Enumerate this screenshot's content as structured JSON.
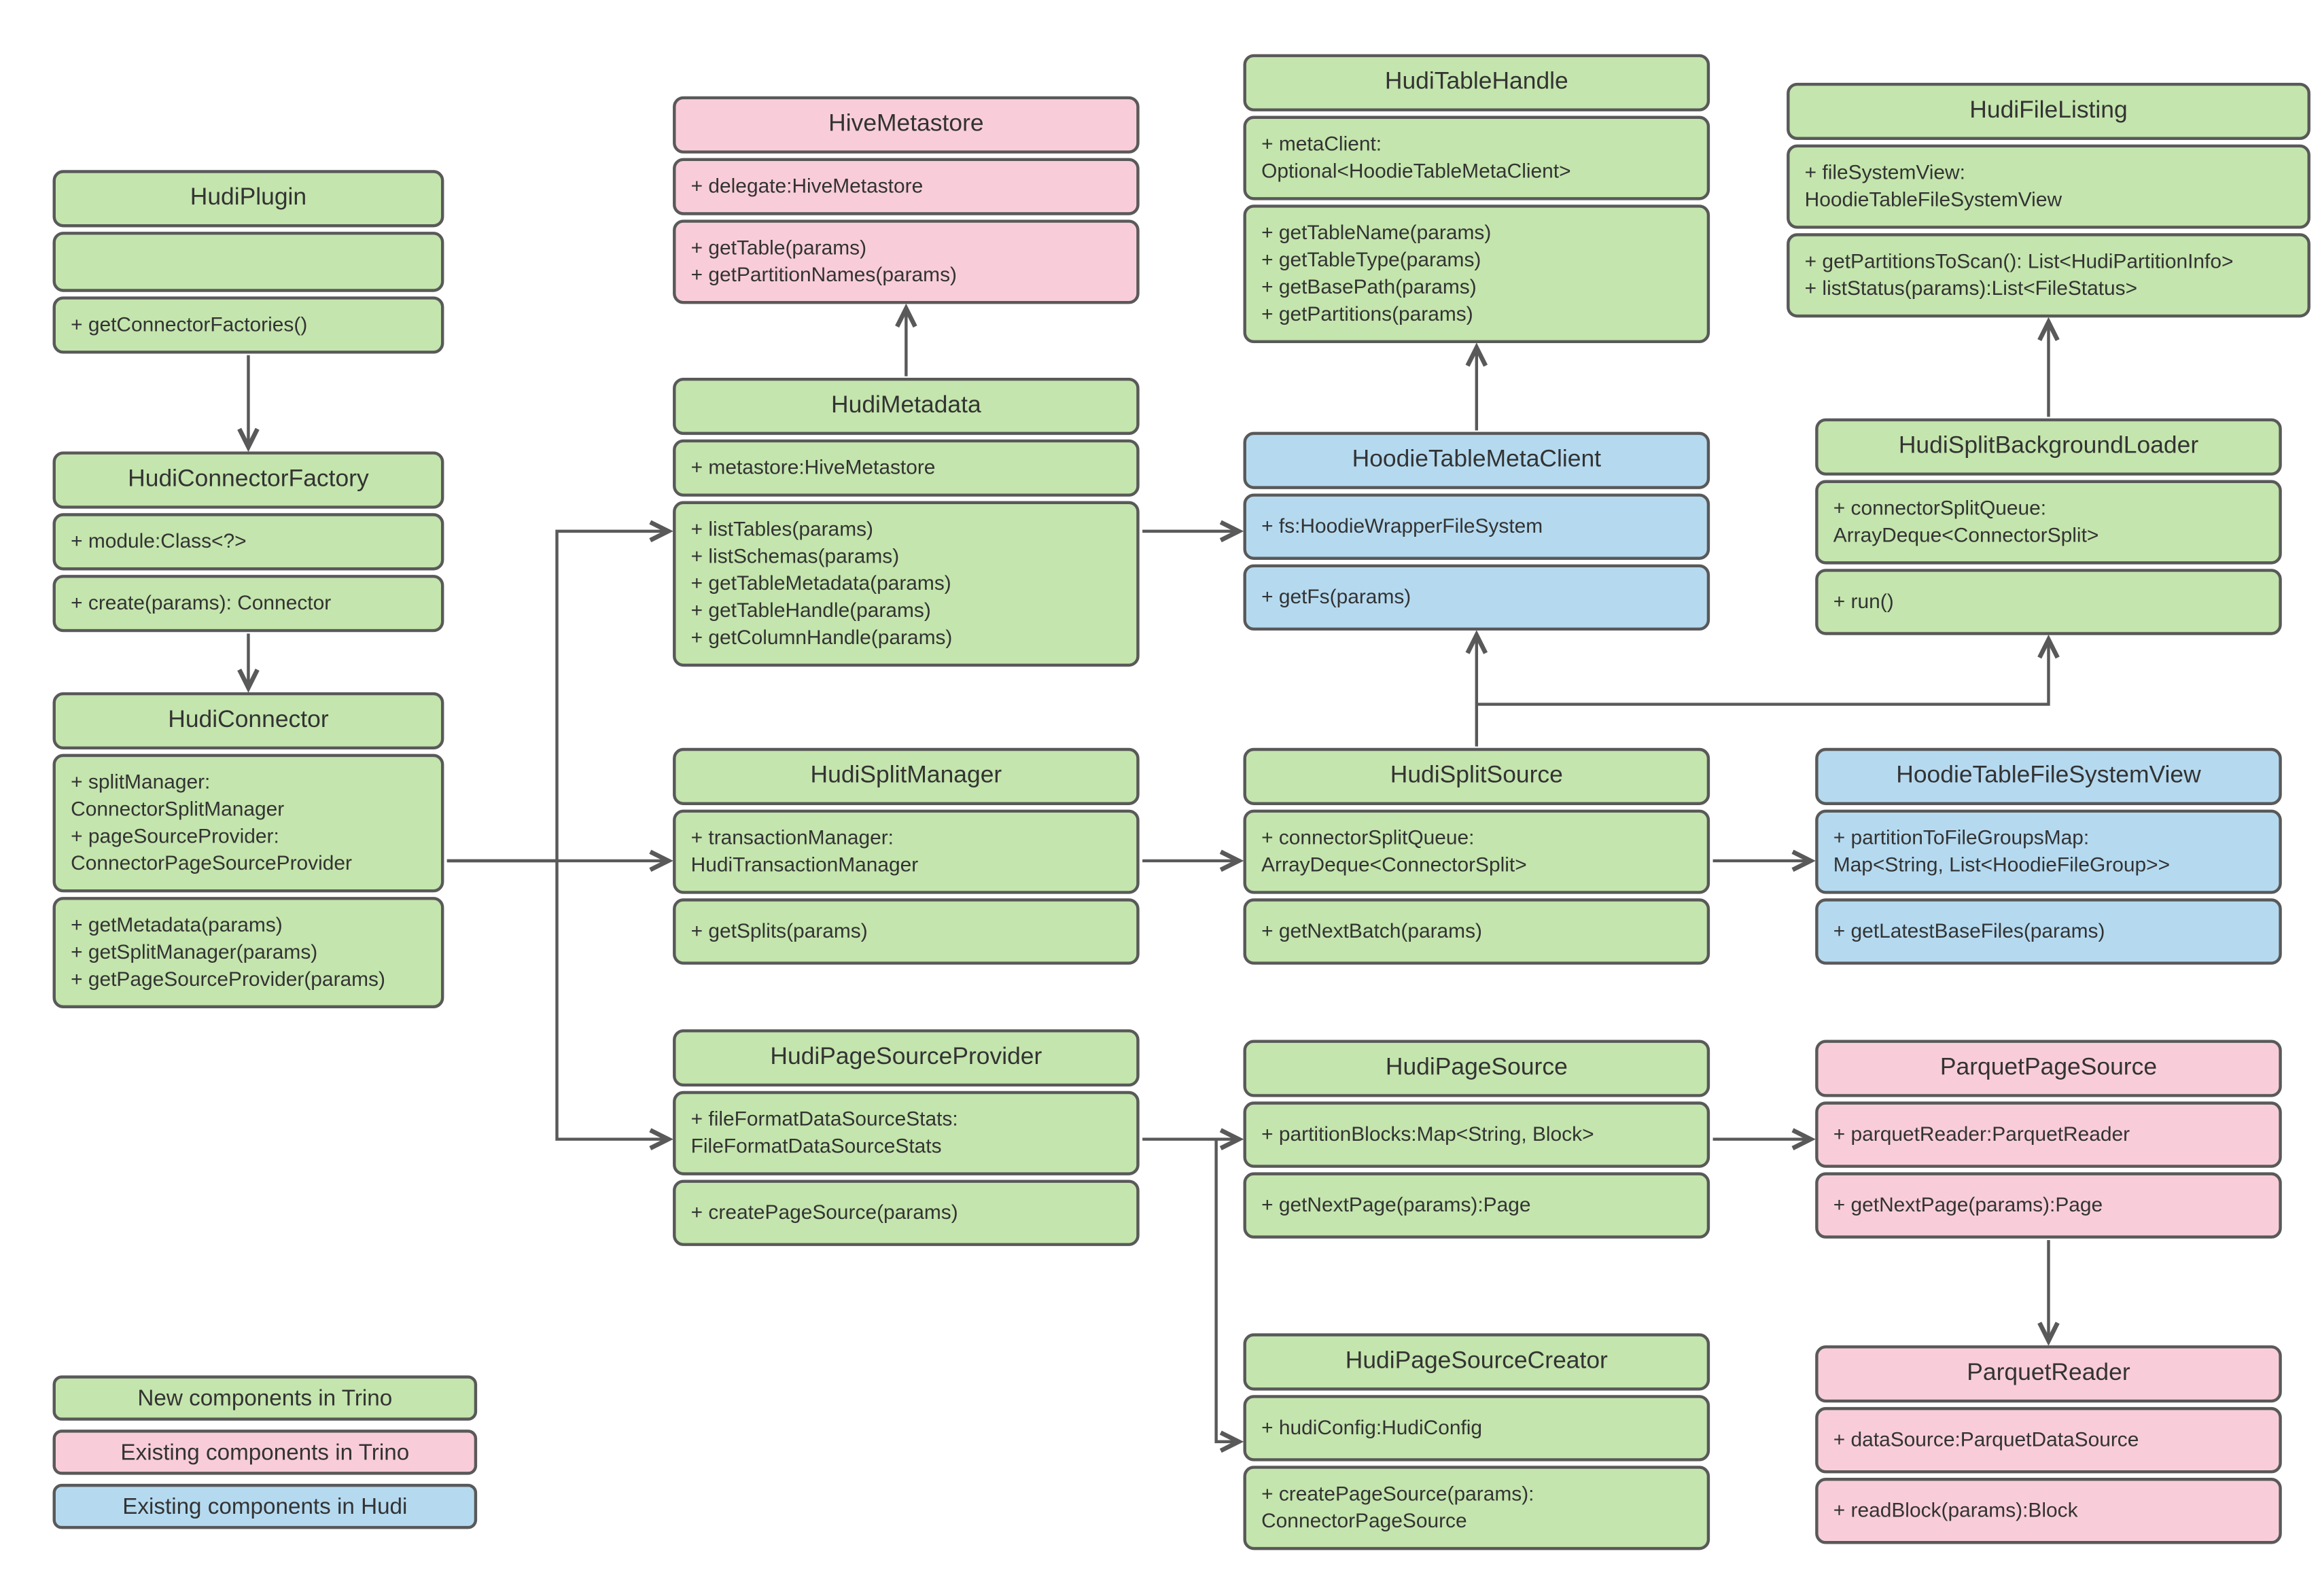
{
  "classes": [
    {
      "title": "HudiPlugin",
      "attributes": "",
      "methods": "+ getConnectorFactories()"
    },
    {
      "title": "HudiConnectorFactory",
      "attributes": "+ module:Class<?>",
      "methods": "+ create(params): Connector"
    },
    {
      "title": "HudiConnector",
      "attributes": "+ splitManager:\nConnectorSplitManager\n+ pageSourceProvider:\nConnectorPageSourceProvider",
      "methods": "+ getMetadata(params)\n+ getSplitManager(params)\n+ getPageSourceProvider(params)"
    },
    {
      "title": "HiveMetastore",
      "attributes": "+ delegate:HiveMetastore",
      "methods": "+ getTable(params)\n+ getPartitionNames(params)"
    },
    {
      "title": "HudiMetadata",
      "attributes": "+ metastore:HiveMetastore",
      "methods": "+ listTables(params)\n+ listSchemas(params)\n+ getTableMetadata(params)\n+ getTableHandle(params)\n+ getColumnHandle(params)"
    },
    {
      "title": "HudiTableHandle",
      "attributes": "+ metaClient:\nOptional<HoodieTableMetaClient>",
      "methods": "+ getTableName(params)\n+ getTableType(params)\n+ getBasePath(params)\n+ getPartitions(params)"
    },
    {
      "title": "HoodieTableMetaClient",
      "attributes": "+ fs:HoodieWrapperFileSystem",
      "methods": "+ getFs(params)"
    },
    {
      "title": "HudiFileListing",
      "attributes": "+ fileSystemView:\nHoodieTableFileSystemView",
      "methods": "+ getPartitionsToScan(): List<HudiPartitionInfo>\n+ listStatus(params):List<FileStatus>"
    },
    {
      "title": "HudiSplitBackgroundLoader",
      "attributes": "+ connectorSplitQueue:\nArrayDeque<ConnectorSplit>",
      "methods": "+ run()"
    },
    {
      "title": "HudiSplitManager",
      "attributes": "+ transactionManager:\nHudiTransactionManager",
      "methods": "+ getSplits(params)"
    },
    {
      "title": "HudiSplitSource",
      "attributes": "+ connectorSplitQueue:\nArrayDeque<ConnectorSplit>",
      "methods": "+ getNextBatch(params)"
    },
    {
      "title": "HoodieTableFileSystemView",
      "attributes": "+ partitionToFileGroupsMap:\nMap<String, List<HoodieFileGroup>>",
      "methods": "+ getLatestBaseFiles(params)"
    },
    {
      "title": "HudiPageSourceProvider",
      "attributes": "+ fileFormatDataSourceStats:\nFileFormatDataSourceStats",
      "methods": "+ createPageSource(params)"
    },
    {
      "title": "HudiPageSource",
      "attributes": "+ partitionBlocks:Map<String, Block>",
      "methods": "+ getNextPage(params):Page"
    },
    {
      "title": "ParquetPageSource",
      "attributes": "+ parquetReader:ParquetReader",
      "methods": "+ getNextPage(params):Page"
    },
    {
      "title": "HudiPageSourceCreator",
      "attributes": "+ hudiConfig:HudiConfig",
      "methods": "+ createPageSource(params):\nConnectorPageSource"
    },
    {
      "title": "ParquetReader",
      "attributes": "+ dataSource:ParquetDataSource",
      "methods": "+ readBlock(params):Block"
    }
  ],
  "legend": {
    "items": [
      {
        "label": "New components in Trino",
        "color": "#c4e5ad"
      },
      {
        "label": "Existing components in Trino",
        "color": "#f8cdd9"
      },
      {
        "label": "Existing components in Hudi",
        "color": "#b5daf0"
      }
    ]
  },
  "colors": {
    "new_trino_green": "#c4e5ad",
    "existing_trino_pink": "#f8cdd9",
    "existing_hudi_blue": "#b5daf0",
    "border_gray": "#595959",
    "arrow_gray": "#595959",
    "text": "#333333"
  }
}
